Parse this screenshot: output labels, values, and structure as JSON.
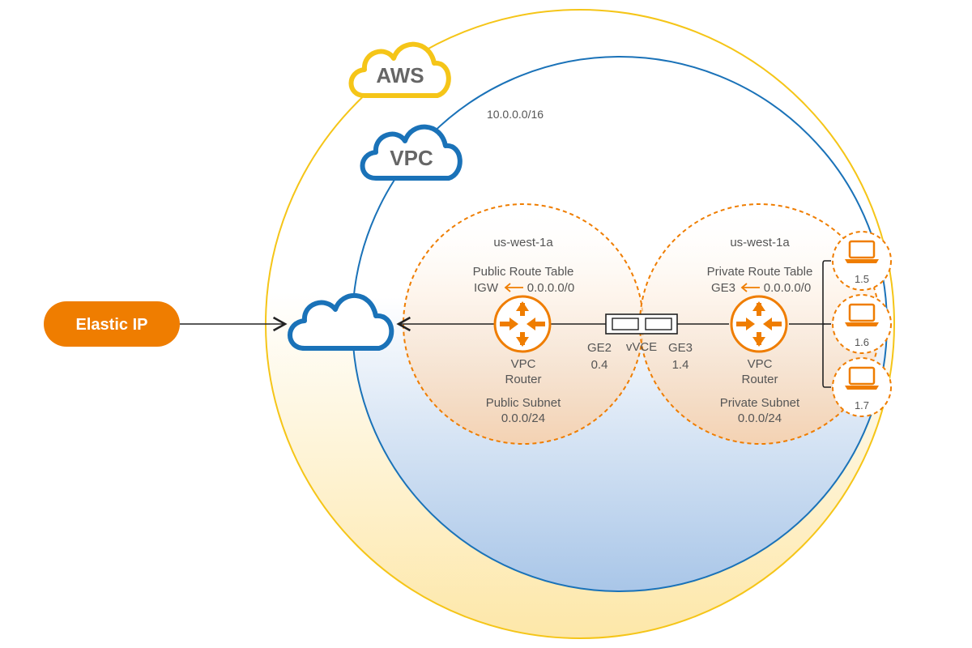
{
  "clouds": {
    "aws_label": "AWS",
    "vpc_label": "VPC",
    "vpc_cidr": "10.0.0.0/16"
  },
  "elastic_ip": {
    "label": "Elastic IP"
  },
  "public_subnet": {
    "az": "us-west-1a",
    "route_table_title": "Public Route Table",
    "route_target": "IGW",
    "route_prefix": "0.0.0.0/0",
    "router_line1": "VPC",
    "router_line2": "Router",
    "subnet_name": "Public Subnet",
    "subnet_cidr": "0.0.0/24"
  },
  "private_subnet": {
    "az": "us-west-1a",
    "route_table_title": "Private Route Table",
    "route_target": "GE3",
    "route_prefix": "0.0.0.0/0",
    "router_line1": "VPC",
    "router_line2": "Router",
    "subnet_name": "Private Subnet",
    "subnet_cidr": "0.0.0/24"
  },
  "vce": {
    "label": "vVCE",
    "ge2_name": "GE2",
    "ge2_ip": "0.4",
    "ge3_name": "GE3",
    "ge3_ip": "1.4"
  },
  "hosts": [
    {
      "ip": "1.5"
    },
    {
      "ip": "1.6"
    },
    {
      "ip": "1.7"
    }
  ],
  "colors": {
    "aws": "#f5c518",
    "vpc": "#1a72b8",
    "orange": "#ef7d00",
    "line": "#222222",
    "text": "#555555"
  }
}
